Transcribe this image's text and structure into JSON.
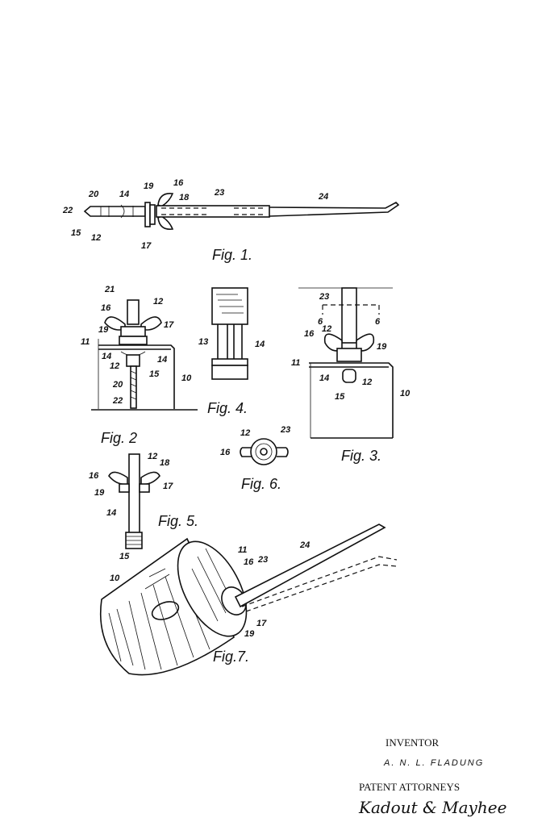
{
  "figures": {
    "fig1": {
      "caption": "Fig. 1.",
      "callouts": [
        "22",
        "20",
        "14",
        "19",
        "16",
        "18",
        "23",
        "24",
        "15",
        "12",
        "17"
      ]
    },
    "fig2": {
      "caption": "Fig. 2",
      "callouts": [
        "21",
        "12",
        "16",
        "19",
        "17",
        "11",
        "14",
        "14",
        "12",
        "15",
        "20",
        "22",
        "10"
      ]
    },
    "fig3": {
      "caption": "Fig. 3.",
      "callouts": [
        "23",
        "6",
        "6",
        "16",
        "12",
        "19",
        "11",
        "14",
        "12",
        "15",
        "10"
      ]
    },
    "fig4": {
      "caption": "Fig. 4.",
      "callouts": [
        "13",
        "14"
      ]
    },
    "fig5": {
      "caption": "Fig. 5.",
      "callouts": [
        "16",
        "12",
        "18",
        "19",
        "17",
        "14",
        "15"
      ]
    },
    "fig6": {
      "caption": "Fig. 6.",
      "callouts": [
        "12",
        "23",
        "16"
      ]
    },
    "fig7": {
      "caption": "Fig.7.",
      "callouts": [
        "11",
        "16",
        "23",
        "24",
        "10",
        "17",
        "19"
      ]
    }
  },
  "footer": {
    "inventor_label": "INVENTOR",
    "inventor_name": "A. N. L. FLADUNG",
    "attorneys_label": "PATENT ATTORNEYS",
    "attorneys_signature": "Kadout & Mayhee"
  }
}
